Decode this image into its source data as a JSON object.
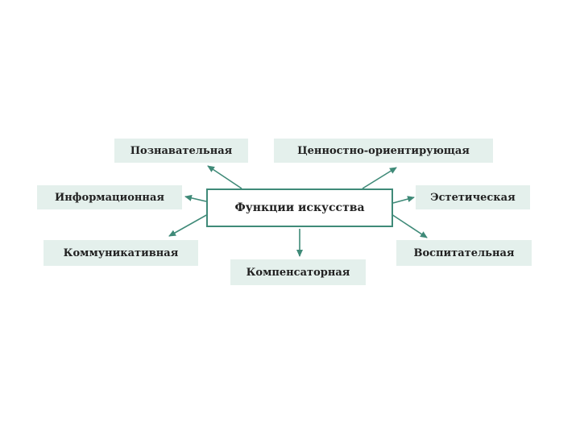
{
  "diagram": {
    "center": "Функции искусства",
    "functions": [
      "Познавательная",
      "Ценностно-ориентирующая",
      "Информационная",
      "Эстетическая",
      "Коммуникативная",
      "Воспитательная",
      "Компенсаторная"
    ]
  },
  "colors": {
    "arrow": "#3f8a78",
    "box_fill": "#e4f0ec",
    "center_border": "#3f8a78"
  }
}
